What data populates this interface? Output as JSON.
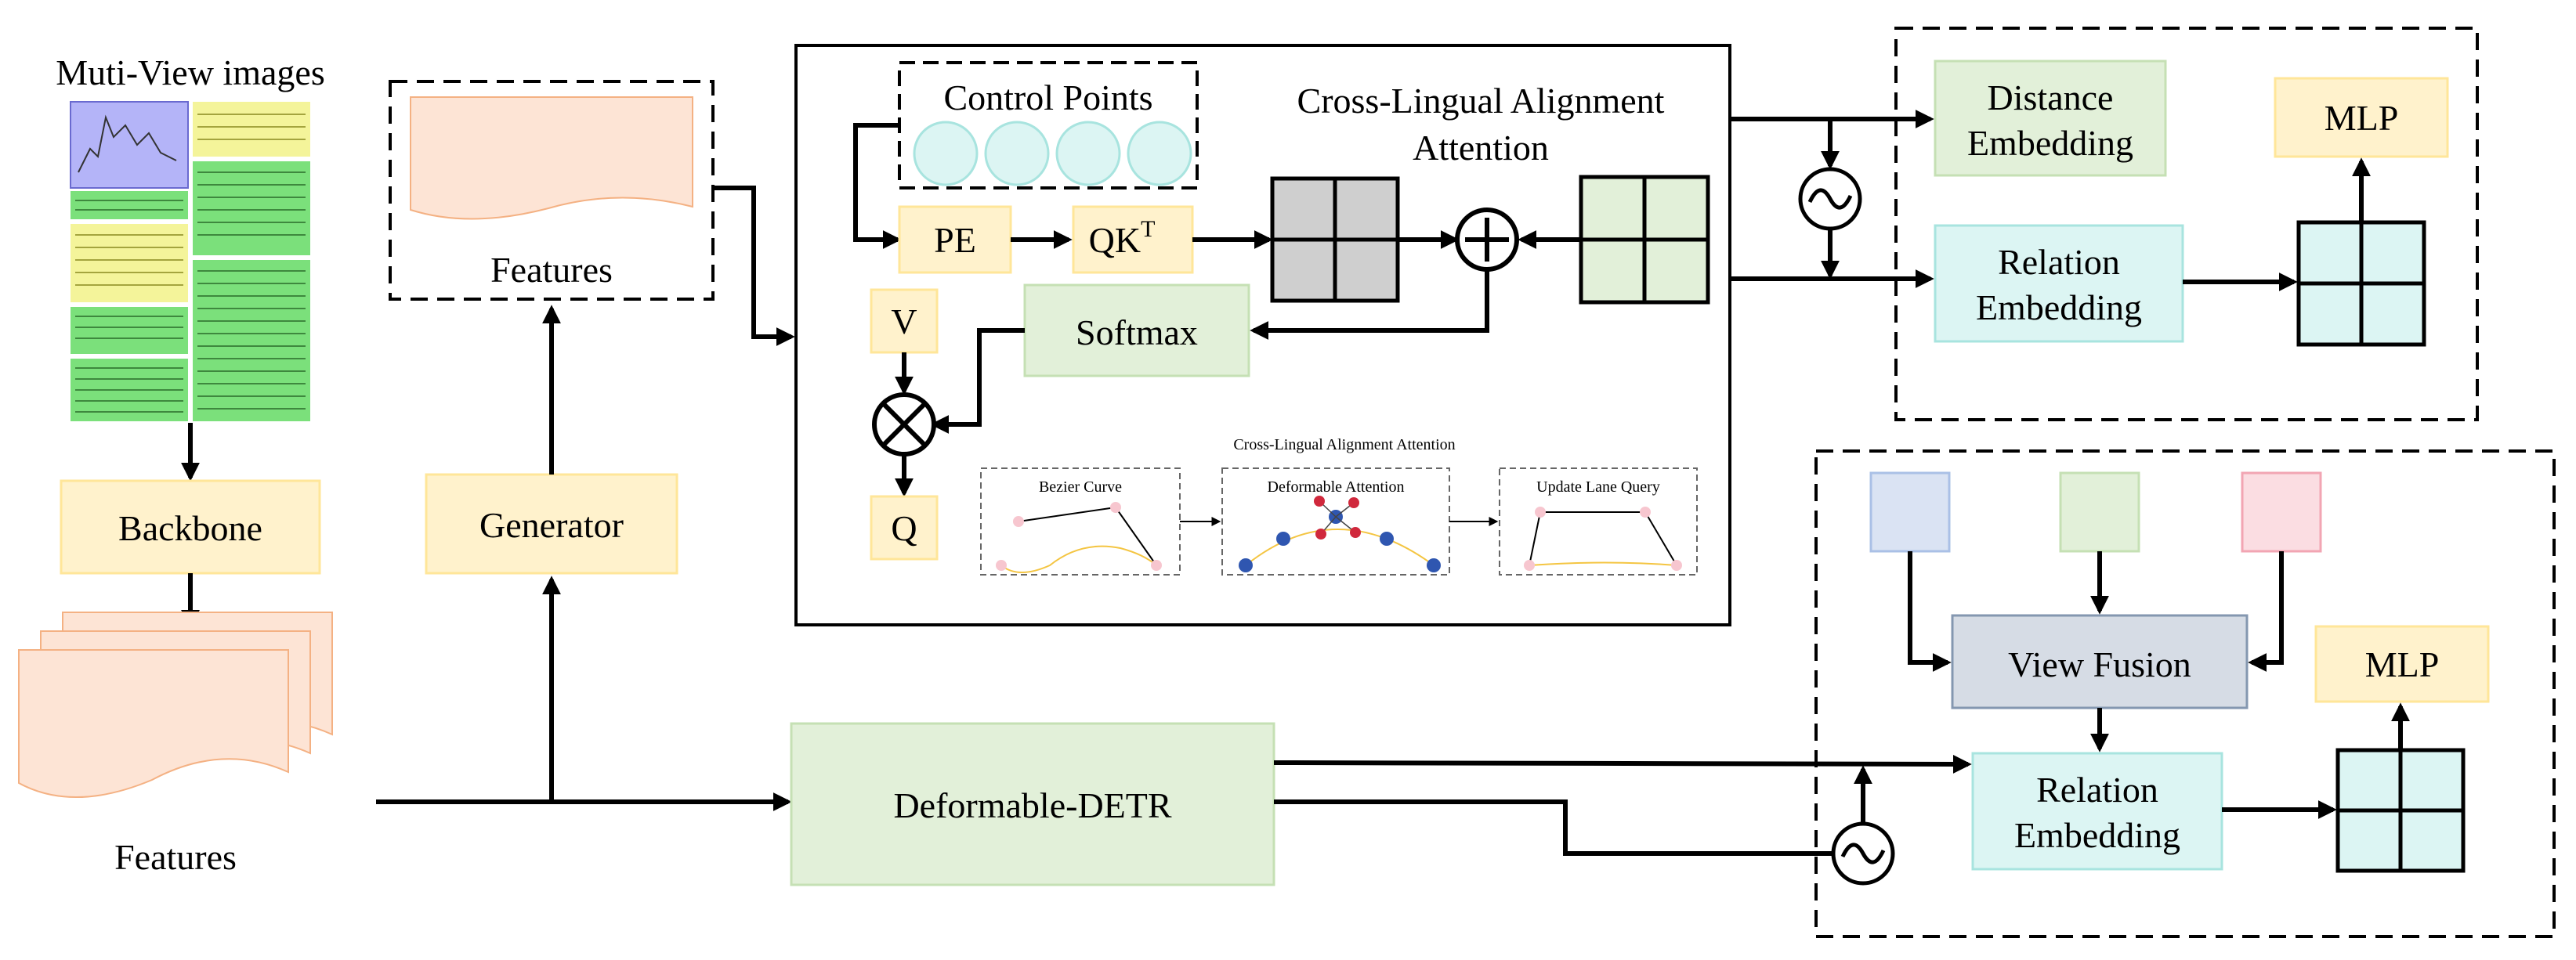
{
  "inputs": {
    "title": "Muti-View images",
    "features_bottom": "Features",
    "features_top": "Features"
  },
  "modules": {
    "backbone": "Backbone",
    "generator": "Generator",
    "deformable_detr": "Deformable-DETR"
  },
  "attention": {
    "title_line1": "Cross-Lingual Alignment",
    "title_line2": "Attention",
    "control_points": "Control Points",
    "pe": "PE",
    "qk": "QK",
    "qk_sup": "T",
    "v": "V",
    "q": "Q",
    "softmax": "Softmax",
    "sub_title": "Cross-Lingual Alignment Attention",
    "stages": [
      "Bezier Curve",
      "Deformable Attention",
      "Update Lane Query"
    ]
  },
  "top_right": {
    "distance_line1": "Distance",
    "distance_line2": "Embedding",
    "relation_line1": "Relation",
    "relation_line2": "Embedding",
    "mlp": "MLP"
  },
  "bottom_right": {
    "view_fusion": "View Fusion",
    "relation_line1": "Relation",
    "relation_line2": "Embedding",
    "mlp": "MLP"
  },
  "colors": {
    "yellow_fill": "#fff2cc",
    "yellow_border": "#ffe699",
    "green_fill": "#e2f0d9",
    "green_border": "#c5e0b4",
    "cyan_fill": "#dcf5f3",
    "cyan_border": "#a8e4df",
    "gray_fill": "#cfcfcf",
    "blue_fill": "#dae3f3",
    "blue_border": "#aac0e6",
    "red_fill": "#fbdde2",
    "red_border": "#f2a5b3",
    "viewfusion_fill": "#d6dce5",
    "viewfusion_border": "#8497b0",
    "peach_fill": "#fde4d5",
    "peach_border": "#f4b183"
  }
}
